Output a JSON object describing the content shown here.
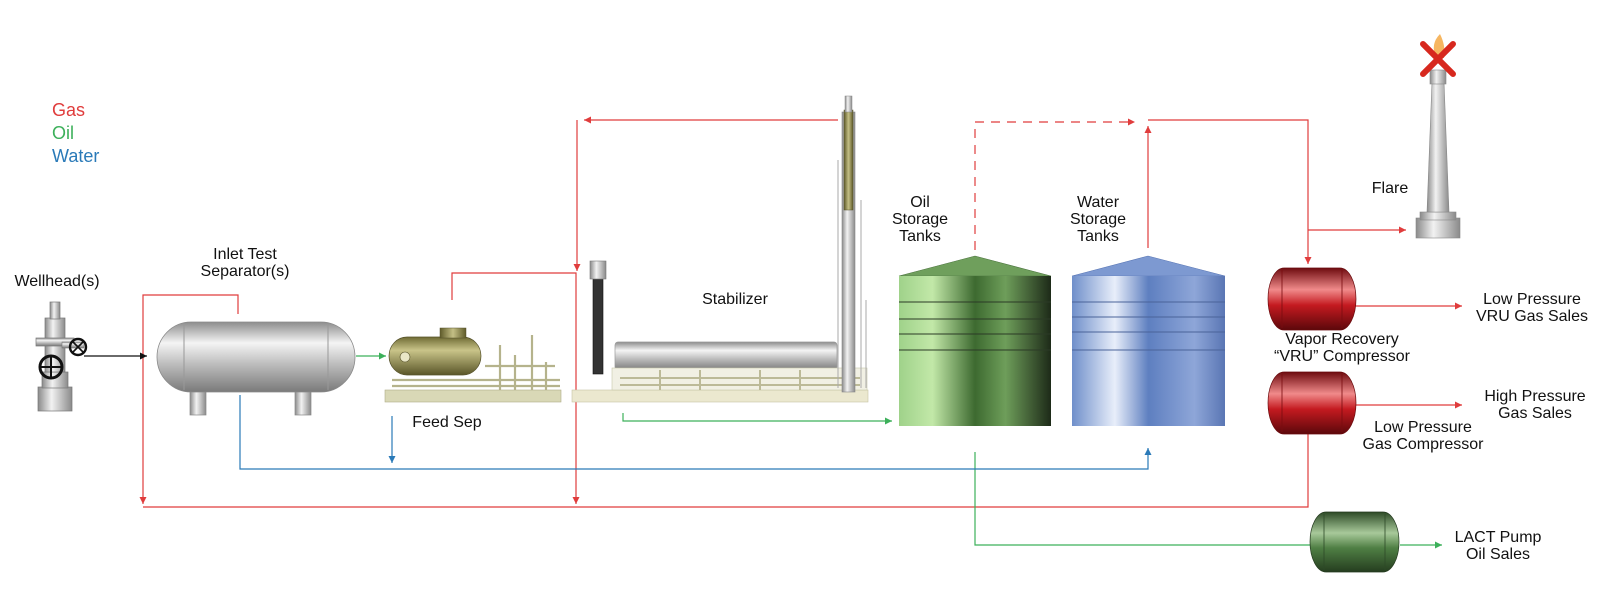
{
  "legend": [
    {
      "label": "Gas",
      "color": "#e03c3c"
    },
    {
      "label": "Oil",
      "color": "#3cb05a"
    },
    {
      "label": "Water",
      "color": "#2a7ab8"
    }
  ],
  "labels": {
    "wellhead": "Wellhead(s)",
    "inlet_sep": [
      "Inlet Test",
      "Separator(s)"
    ],
    "feed_sep": "Feed Sep",
    "stabilizer": "Stabilizer",
    "oil_tanks": [
      "Oil",
      "Storage",
      "Tanks"
    ],
    "water_tanks": [
      "Water",
      "Storage",
      "Tanks"
    ],
    "flare": "Flare",
    "vru": [
      "Vapor Recovery",
      "“VRU” Compressor"
    ],
    "lp_comp": [
      "Low Pressure",
      "Gas Compressor"
    ],
    "lp_sales": [
      "Low Pressure",
      "VRU Gas Sales"
    ],
    "hp_sales": [
      "High Pressure",
      "Gas Sales"
    ],
    "lact": [
      "LACT Pump",
      "Oil Sales"
    ]
  },
  "colors": {
    "gas": "#e03c3c",
    "oil": "#3cb05a",
    "water": "#2a7ab8",
    "compressor": "#b8161c",
    "pump": "#3f6e35"
  }
}
